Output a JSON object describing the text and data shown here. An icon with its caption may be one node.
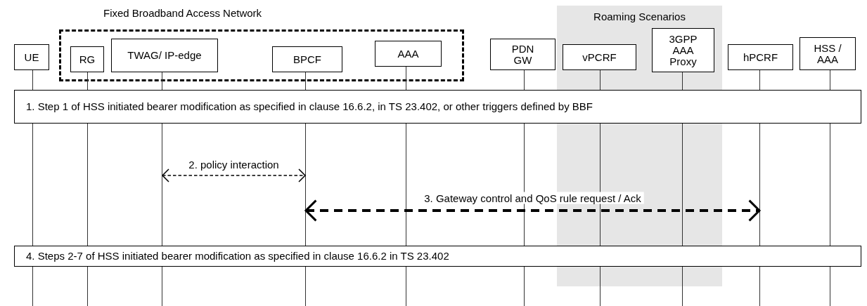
{
  "diagram": {
    "nodes": [
      {
        "text": [
          "Fixed Broadband Access Network"
        ]
      },
      {
        "text": [
          "Roaming Scenarios"
        ]
      },
      {
        "text": [
          "UE"
        ]
      },
      {
        "text": [
          "RG"
        ],
        "in": 0
      },
      {
        "text": [
          "TWAG/ IP-edge"
        ],
        "in": 0
      },
      {
        "text": [
          "BPCF"
        ],
        "in": 0
      },
      {
        "text": [
          "AAA"
        ],
        "in": 0
      },
      {
        "text": [
          "PDN GW"
        ]
      },
      {
        "text": [
          "vPCRF"
        ],
        "in": 1
      },
      {
        "text": [
          "3GPP AAA Proxy"
        ],
        "in": 1
      },
      {
        "text": [
          "hPCRF"
        ]
      },
      {
        "text": [
          "HSS / AAA"
        ]
      },
      {
        "text": [
          "1. Step 1 of HSS initiated bearer modification as specified in clause 16.6.2, in TS 23.402, or other triggers defined by BBF"
        ]
      },
      {
        "text": [
          "4. Steps 2-7 of HSS initiated bearer modification as specified in clause 16.6.2 in TS 23.402"
        ]
      },
      {
        "text": [],
        "shape": "line"
      },
      {
        "text": [],
        "shape": "line"
      },
      {
        "text": [],
        "shape": "line"
      },
      {
        "text": [],
        "shape": "line"
      },
      {
        "text": [],
        "shape": "line"
      },
      {
        "text": [],
        "shape": "line"
      },
      {
        "text": [],
        "shape": "line"
      },
      {
        "text": [],
        "shape": "line"
      },
      {
        "text": [],
        "shape": "line"
      },
      {
        "text": [],
        "shape": "line"
      }
    ],
    "edges": [
      {
        "from": 16,
        "to": 17,
        "arrow": "both",
        "label": "2. policy interaction",
        "style": "dashed"
      },
      {
        "from": 17,
        "to": 22,
        "arrow": "both",
        "label": "3. Gateway control and QoS rule request / Ack",
        "style": "dashed"
      }
    ]
  }
}
